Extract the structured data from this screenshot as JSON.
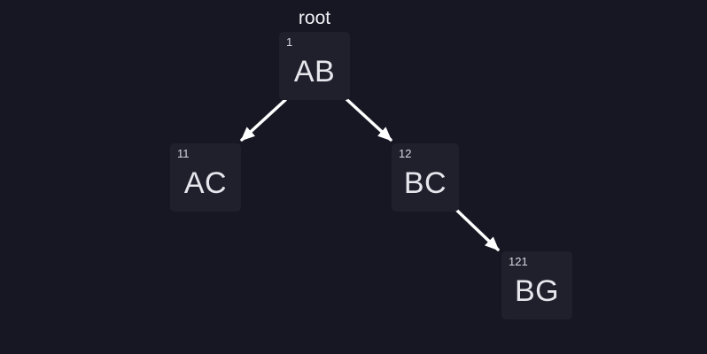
{
  "diagram": {
    "type": "tree",
    "root_pointer_label": "root",
    "colors": {
      "background": "#171724",
      "node_fill": "#20202d",
      "node_id_text": "#d6d6de",
      "node_label_text": "#e6e6ec",
      "arrow": "#ffffff"
    },
    "nodes": [
      {
        "id": "1",
        "label": "AB"
      },
      {
        "id": "11",
        "label": "AC"
      },
      {
        "id": "12",
        "label": "BC"
      },
      {
        "id": "121",
        "label": "BG"
      }
    ],
    "edges": [
      {
        "from": "1",
        "to": "11"
      },
      {
        "from": "1",
        "to": "12"
      },
      {
        "from": "12",
        "to": "121"
      }
    ]
  }
}
